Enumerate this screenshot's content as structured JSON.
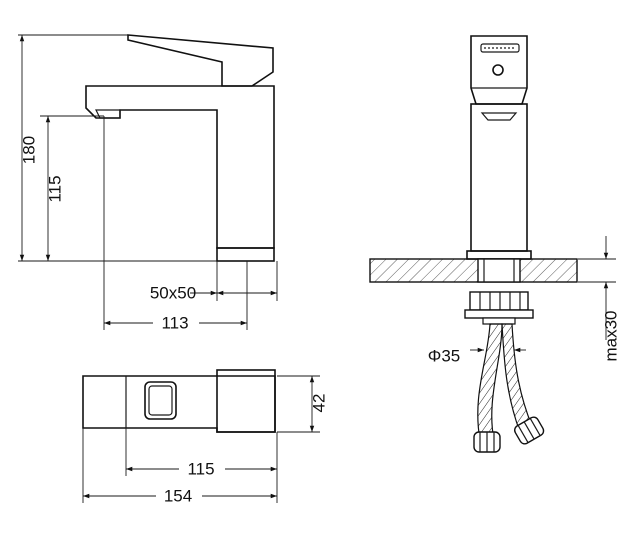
{
  "labels": {
    "height_total": "180",
    "height_spout": "115",
    "base_size": "50x50",
    "spout_reach": "113",
    "top_depth": "42",
    "top_reach": "115",
    "top_length": "154",
    "hole_diameter": "Φ35",
    "max_thickness": "max30"
  }
}
